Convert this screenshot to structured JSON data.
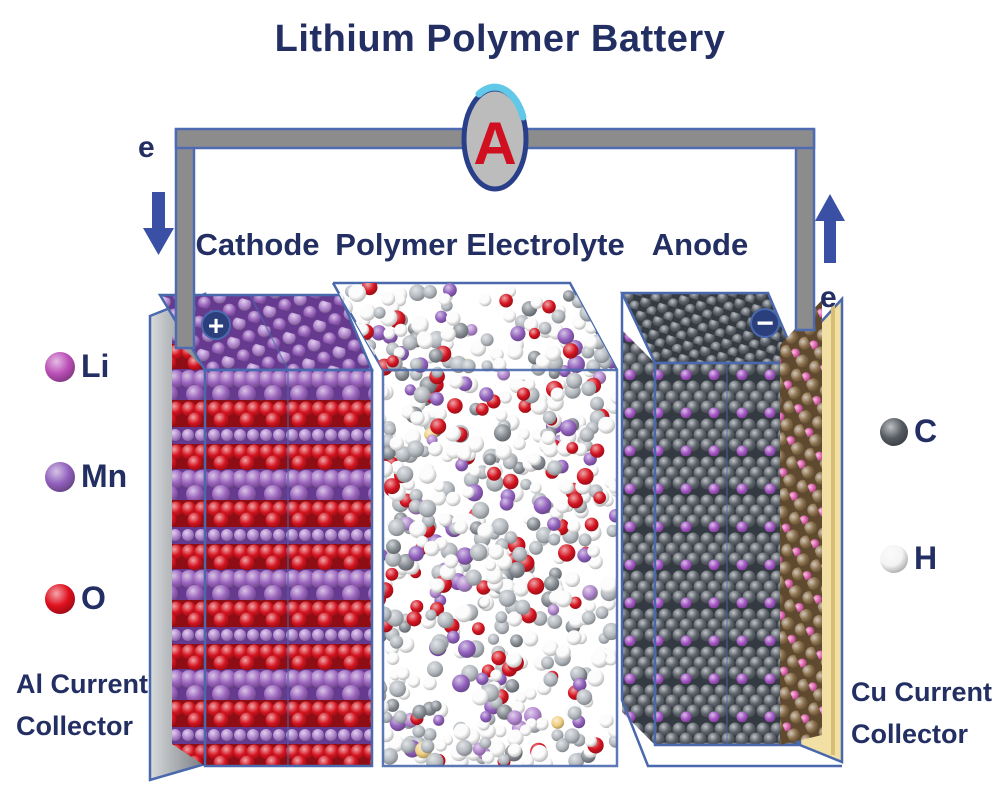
{
  "title": "Lithium Polymer Battery",
  "ammeter": {
    "label": "A"
  },
  "electrons": {
    "left": "e",
    "right": "e"
  },
  "sections": {
    "cathode": "Cathode",
    "electrolyte": "Polymer Electrolyte",
    "anode": "Anode"
  },
  "terminals": {
    "positive": "+",
    "negative": "−"
  },
  "legend_left": {
    "items": [
      {
        "label": "Li",
        "color": "#bb4fb8"
      },
      {
        "label": "Mn",
        "color": "#9160bd"
      },
      {
        "label": "O",
        "color": "#e0101e"
      }
    ]
  },
  "legend_right": {
    "items": [
      {
        "label": "C",
        "color": "#565b63"
      },
      {
        "label": "H",
        "color": "#f4f4f4"
      }
    ]
  },
  "collectors": {
    "left": {
      "line1": "Al Current",
      "line2": "Collector"
    },
    "right": {
      "line1": "Cu Current",
      "line2": "Collector"
    }
  },
  "colors": {
    "background": "#ffffff",
    "navy": "#232f63",
    "wire_gray": "#8c8c8c",
    "wire_border": "#4e6ab0",
    "outline_blue": "#4a69ad",
    "arrow_blue": "#3a50a5",
    "ammeter_body": "#bcbcbc",
    "ammeter_ring": "#2a3f8a",
    "ammeter_letter": "#d01020",
    "ammeter_arc": "#62c8e8",
    "badge_navy": "#2b3f7d",
    "badge_text": "#ffffff",
    "cathode_red": "#d41420",
    "cathode_red_dark": "#8f0d14",
    "cathode_lavender": "#b287cf",
    "cathode_purple": "#9a63bd",
    "cathode_purple_dark": "#663a8e",
    "anode_base": "#343a41",
    "anode_gray": "#5d636b",
    "anode_purple": "#a455c4",
    "collector_al_gray": "#9ea2a6",
    "collector_al_light": "#d8dadc",
    "collector_cu_tan": "#f2dfa4",
    "collector_cu_tan_dark": "#d8bd75",
    "copper_brown": "#8a6f4b",
    "copper_brown_dark": "#5f4a30",
    "lithium_pink": "#e063b0",
    "sphere_white": "#fbfbfb",
    "sphere_gray": "#b4bac0",
    "sphere_dark_gray": "#878d94",
    "sphere_yellow": "#f0d080"
  }
}
